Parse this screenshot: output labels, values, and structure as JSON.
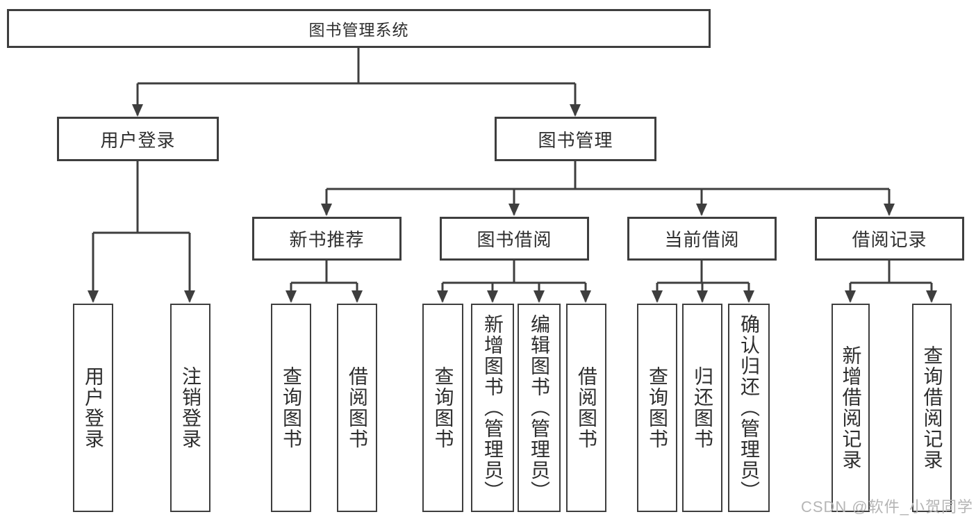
{
  "tree": {
    "label": "图书管理系统",
    "children": [
      {
        "label": "用户登录",
        "children": [
          {
            "label": "用户登录"
          },
          {
            "label": "注销登录"
          }
        ]
      },
      {
        "label": "图书管理",
        "children": [
          {
            "label": "新书推荐",
            "children": [
              {
                "label": "查询图书"
              },
              {
                "label": "借阅图书"
              }
            ]
          },
          {
            "label": "图书借阅",
            "children": [
              {
                "label": "查询图书"
              },
              {
                "label": "新增图书（管理员）"
              },
              {
                "label": "编辑图书（管理员）"
              },
              {
                "label": "借阅图书"
              }
            ]
          },
          {
            "label": "当前借阅",
            "children": [
              {
                "label": "查询图书"
              },
              {
                "label": "归还图书"
              },
              {
                "label": "确认归还（管理员）"
              }
            ]
          },
          {
            "label": "借阅记录",
            "children": [
              {
                "label": "新增借阅记录"
              },
              {
                "label": "查询借阅记录"
              }
            ]
          }
        ]
      }
    ]
  },
  "colors": {
    "line": "#3e3e3e",
    "text": "#2e2e2e",
    "watermark": "#b5b5b5",
    "background": "#ffffff"
  },
  "watermark": {
    "text": "CSDN @软件_小贺同学"
  }
}
